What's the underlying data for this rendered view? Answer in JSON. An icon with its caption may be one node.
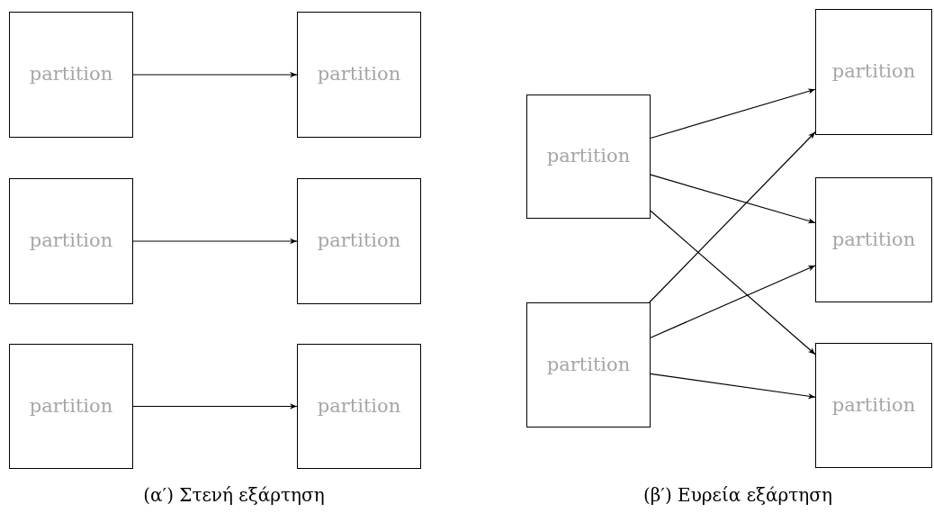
{
  "diagram": {
    "nodes": [
      {
        "text": [
          "partition"
        ]
      },
      {
        "text": [
          "partition"
        ]
      },
      {
        "text": [
          "partition"
        ]
      },
      {
        "text": [
          "partition"
        ]
      },
      {
        "text": [
          "partition"
        ]
      },
      {
        "text": [
          "partition"
        ]
      },
      {
        "text": [
          "partition"
        ]
      },
      {
        "text": [
          "partition"
        ]
      },
      {
        "text": [
          "partition"
        ]
      },
      {
        "text": [
          "partition"
        ]
      },
      {
        "text": [
          "partition"
        ]
      }
    ],
    "edges": [
      {
        "from": 0,
        "to": 1,
        "arrow": "to"
      },
      {
        "from": 2,
        "to": 3,
        "arrow": "to"
      },
      {
        "from": 4,
        "to": 5,
        "arrow": "to"
      },
      {
        "from": 6,
        "to": 7,
        "arrow": "to"
      },
      {
        "from": 6,
        "to": 8,
        "arrow": "to"
      },
      {
        "from": 6,
        "to": 10,
        "arrow": "to"
      },
      {
        "from": 9,
        "to": 7,
        "arrow": "to"
      },
      {
        "from": 9,
        "to": 8,
        "arrow": "to"
      },
      {
        "from": 9,
        "to": 10,
        "arrow": "to"
      }
    ],
    "labels": [
      "(α′) Στενή εξάρτηση",
      "(β′) Ευρεία εξάρτηση"
    ]
  }
}
